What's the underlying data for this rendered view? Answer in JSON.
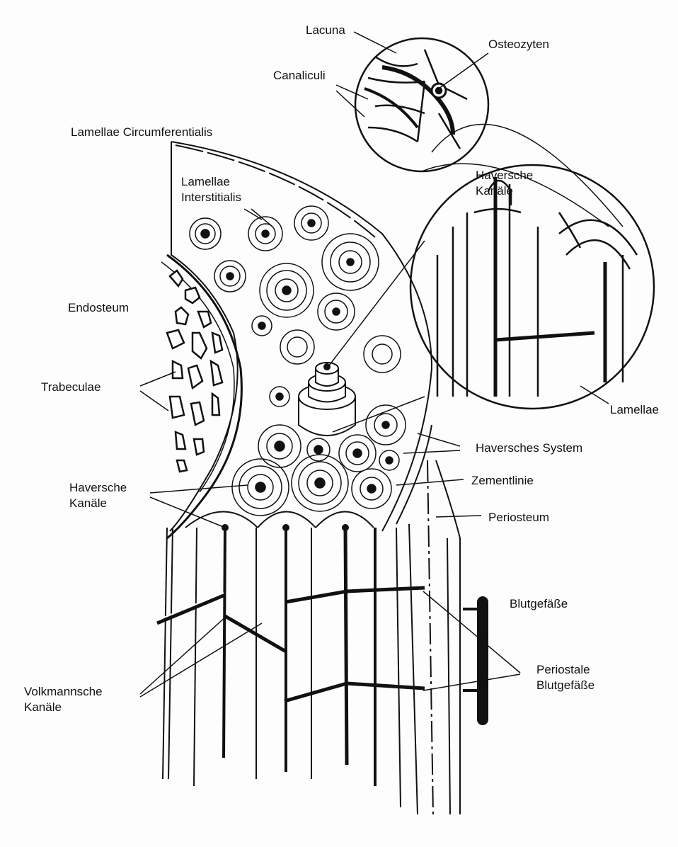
{
  "labels": {
    "lacuna": "Lacuna",
    "osteozyten": "Osteozyten",
    "canaliculi": "Canaliculi",
    "lamellae_circumferentialis": "Lamellae Circumferentialis",
    "havers_kanaele_top": [
      "Haversche",
      "Kanäle"
    ],
    "lamellae_interstitialis": [
      "Lamellae",
      "Interstitialis"
    ],
    "endosteum": "Endosteum",
    "trabeculae": "Trabeculae",
    "lamellae": "Lamellae",
    "haversches_system": "Haversches System",
    "zementlinie": "Zementlinie",
    "havers_kanaele_left": [
      "Haversche",
      "Kanäle"
    ],
    "periosteum": "Periosteum",
    "blutgefaesse": "Blutgefäße",
    "periostale_blutgefaesse": [
      "Periostale",
      "Blutgefäße"
    ],
    "volkmannsche_kanaele": [
      "Volkmannsche",
      "Kanäle"
    ]
  },
  "colors": {
    "ink": "#111111",
    "paper": "#fdfdfd"
  }
}
